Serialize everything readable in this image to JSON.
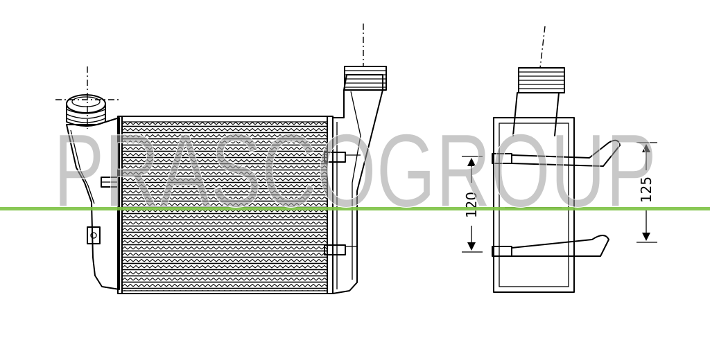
{
  "watermark": {
    "text": "PRASCOGROUP",
    "color": "#9a9a9a",
    "band_color": "#7cc243"
  },
  "dimensions": [
    {
      "id": "left-height",
      "value": "120"
    },
    {
      "id": "right-height",
      "value": "125"
    }
  ]
}
